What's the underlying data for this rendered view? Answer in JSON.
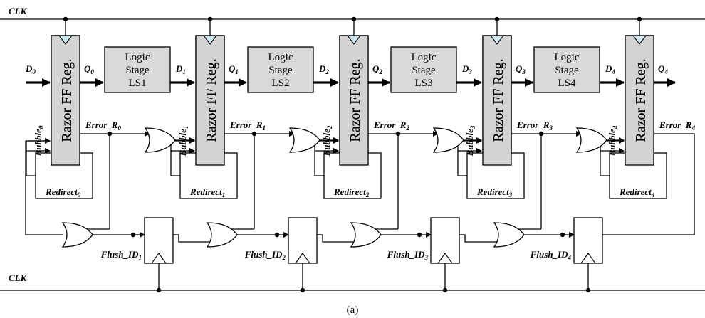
{
  "clk_label": "CLK",
  "caption": "(a)",
  "register_label": "Razor FF Reg.",
  "d0": {
    "main": "D",
    "sub": "0"
  },
  "registers": [
    {
      "q": {
        "main": "Q",
        "sub": "0"
      },
      "bubble": {
        "main": "Bubble",
        "sub": "0"
      },
      "error": {
        "main": "Error_R",
        "sub": "0"
      },
      "redirect": {
        "main": "Redirect",
        "sub": "0"
      }
    },
    {
      "q": {
        "main": "Q",
        "sub": "1"
      },
      "bubble": {
        "main": "Bubble",
        "sub": "1"
      },
      "error": {
        "main": "Error_R",
        "sub": "1"
      },
      "redirect": {
        "main": "Redirect",
        "sub": "1"
      }
    },
    {
      "q": {
        "main": "Q",
        "sub": "2"
      },
      "bubble": {
        "main": "Bubble",
        "sub": "2"
      },
      "error": {
        "main": "Error_R",
        "sub": "2"
      },
      "redirect": {
        "main": "Redirect",
        "sub": "2"
      }
    },
    {
      "q": {
        "main": "Q",
        "sub": "3"
      },
      "bubble": {
        "main": "Bubble",
        "sub": "3"
      },
      "error": {
        "main": "Error_R",
        "sub": "3"
      },
      "redirect": {
        "main": "Redirect",
        "sub": "3"
      }
    },
    {
      "q": {
        "main": "Q",
        "sub": "4"
      },
      "bubble": {
        "main": "Bubble",
        "sub": "4"
      },
      "error": {
        "main": "Error_R",
        "sub": "4"
      },
      "redirect": {
        "main": "Redirect",
        "sub": "4"
      }
    }
  ],
  "stages": [
    {
      "line1": "Logic",
      "line2": "Stage",
      "line3": "LS1",
      "d": {
        "main": "D",
        "sub": "1"
      },
      "flush": {
        "main": "Flush_ID",
        "sub": "1"
      }
    },
    {
      "line1": "Logic",
      "line2": "Stage",
      "line3": "LS2",
      "d": {
        "main": "D",
        "sub": "2"
      },
      "flush": {
        "main": "Flush_ID",
        "sub": "2"
      }
    },
    {
      "line1": "Logic",
      "line2": "Stage",
      "line3": "LS3",
      "d": {
        "main": "D",
        "sub": "3"
      },
      "flush": {
        "main": "Flush_ID",
        "sub": "3"
      }
    },
    {
      "line1": "Logic",
      "line2": "Stage",
      "line3": "LS4",
      "d": {
        "main": "D",
        "sub": "4"
      },
      "flush": {
        "main": "Flush_ID",
        "sub": "4"
      }
    }
  ],
  "colors": {
    "register_fill": "#d3d3d3",
    "stage_fill": "#d9d9d9",
    "clock_triangle": "#cde8ee",
    "line": "#000000"
  }
}
